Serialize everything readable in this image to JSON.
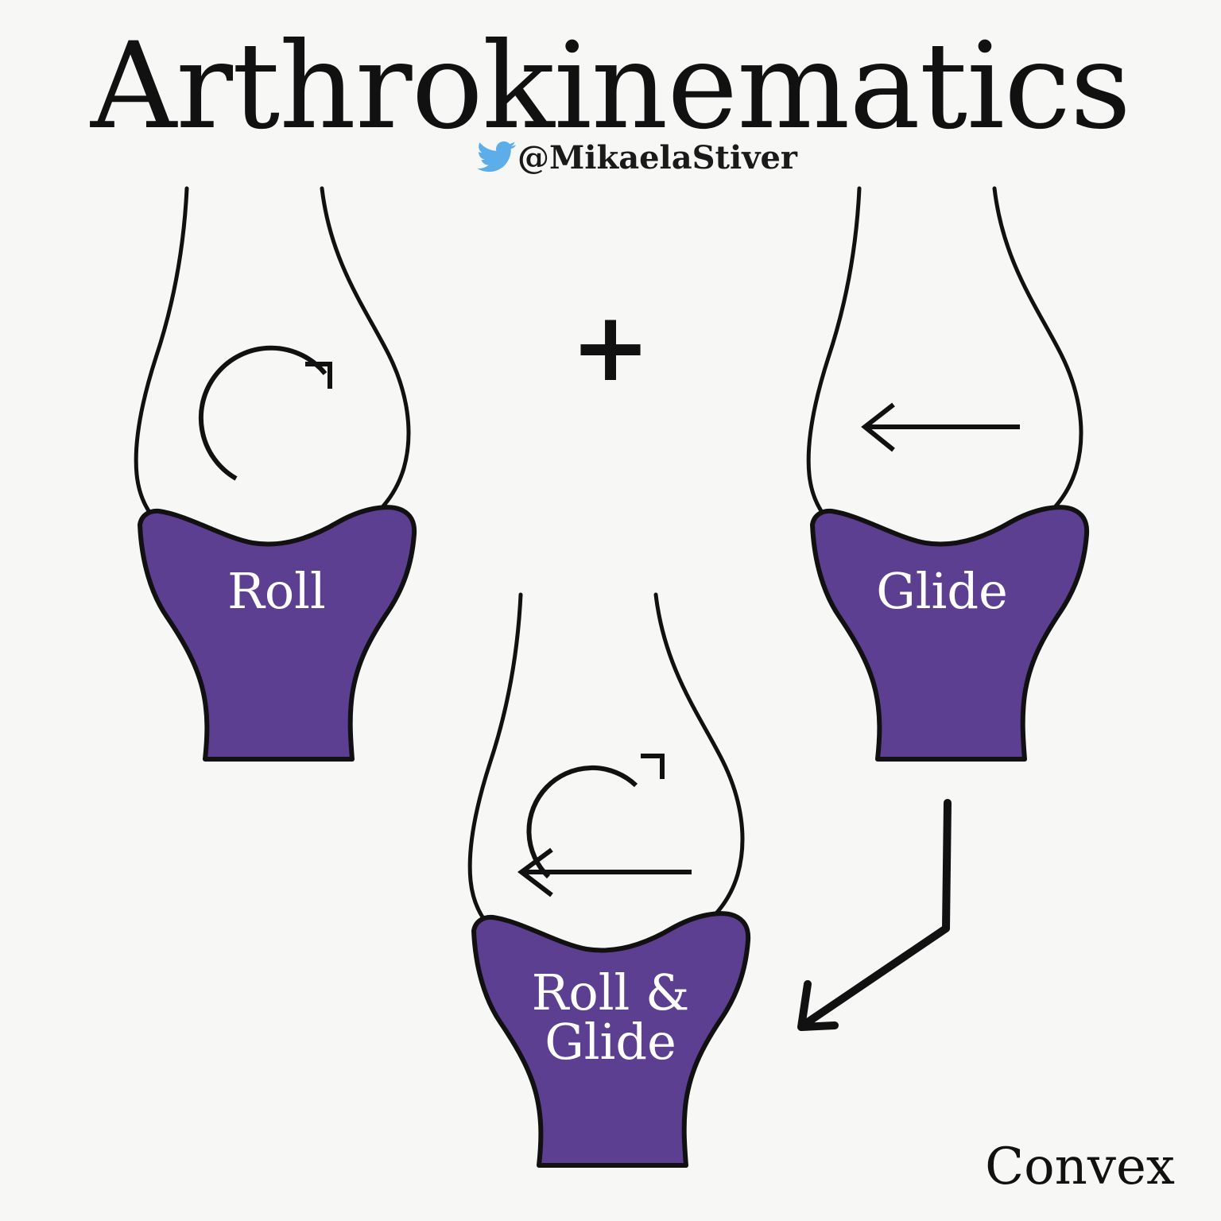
{
  "page": {
    "title": "Arthrokinematics",
    "background_color": "#f7f8f6",
    "ink_color": "#111111",
    "bone_color": "#5d3f92",
    "label_color": "#ffffff",
    "twitter_blue": "#5daee8"
  },
  "credit": {
    "icon": "twitter-bird-icon",
    "handle": "@MikaelaStiver"
  },
  "operator": {
    "symbol": "+"
  },
  "panels": [
    {
      "id": "roll",
      "label": "Roll",
      "motion": "rotation",
      "arrow_icon": "circular-rotation-arrow-icon"
    },
    {
      "id": "glide",
      "label": "Glide",
      "motion": "translation",
      "arrow_icon": "left-translation-arrow-icon"
    },
    {
      "id": "roll-and-glide",
      "label_line1": "Roll &",
      "label_line2": "Glide",
      "motion": "rotation-and-translation",
      "arrow_icon_1": "circular-rotation-arrow-icon",
      "arrow_icon_2": "left-translation-arrow-icon"
    }
  ],
  "annotation": {
    "pointer_icon": "bent-pointer-arrow-icon",
    "corner_label": "Convex"
  }
}
